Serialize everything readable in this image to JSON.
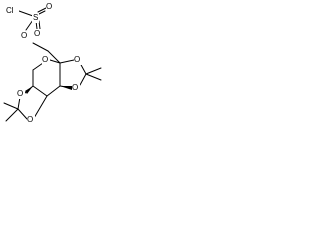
{
  "molecule": {
    "atoms": {
      "cl": "Cl",
      "s": "S",
      "o_sulfonyl_top": "O",
      "o_sulfonyl_bottom": "O",
      "o_ester": "O",
      "o_pyranose_ring": "O",
      "o_upper_right": "O",
      "o_upper_left": "O",
      "o_lower_left": "O",
      "o_lower_right": "O"
    },
    "colors": {
      "bond": "#000000",
      "text": "#000000",
      "background": "#ffffff"
    }
  }
}
